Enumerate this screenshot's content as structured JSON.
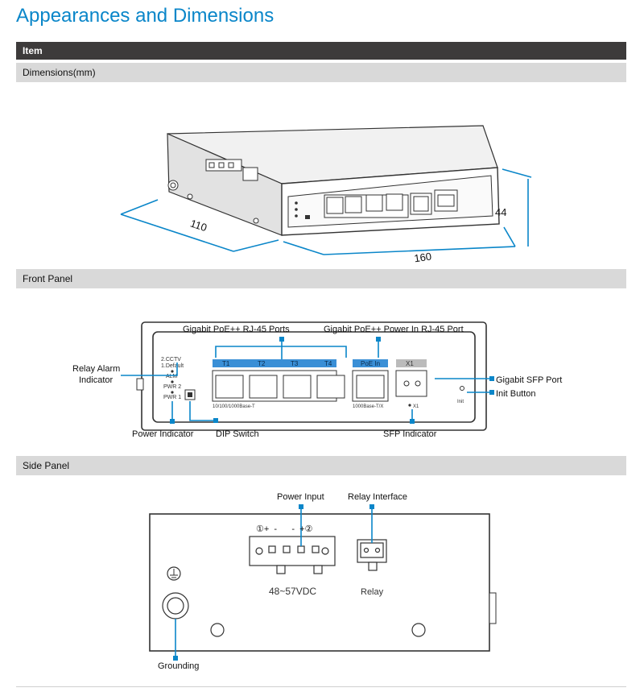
{
  "title": "Appearances and Dimensions",
  "table": {
    "header": "Item",
    "sections": {
      "dimensions": "Dimensions(mm)",
      "front": "Front Panel",
      "side": "Side Panel"
    }
  },
  "dimensions": {
    "width": "110",
    "length": "160",
    "height": "44"
  },
  "front_panel": {
    "callouts": {
      "poe_ports": "Gigabit PoE++ RJ-45 Ports",
      "poe_in": "Gigabit PoE++ Power In RJ-45 Port",
      "relay_alarm_l1": "Relay Alarm",
      "relay_alarm_l2": "Indicator",
      "sfp_port": "Gigabit SFP Port",
      "init_button": "Init Button",
      "power_indicator": "Power Indicator",
      "dip_switch": "DIP Switch",
      "sfp_indicator": "SFP Indicator"
    },
    "port_labels": [
      "T1",
      "T2",
      "T3",
      "T4"
    ],
    "poe_in_label": "PoE In",
    "sfp_label": "X1",
    "led_labels": [
      "2.CCTV",
      "1.Default",
      "ALM",
      "PWR 2",
      "PWR 1"
    ],
    "speed_label": "10/100/1000Base-T",
    "poe_in_speed": "1000Base-T/X",
    "sfp_led": "X1",
    "init_label": "Init"
  },
  "side_panel": {
    "callouts": {
      "power_input": "Power Input",
      "relay_interface": "Relay Interface",
      "grounding": "Grounding"
    },
    "polarity": "①+  -      -  +②",
    "voltage": "48~57VDC",
    "relay": "Relay"
  },
  "colors": {
    "accent": "#0a86c9",
    "header_bg": "#3d3b3b",
    "section_bg": "#d9d9d9"
  }
}
